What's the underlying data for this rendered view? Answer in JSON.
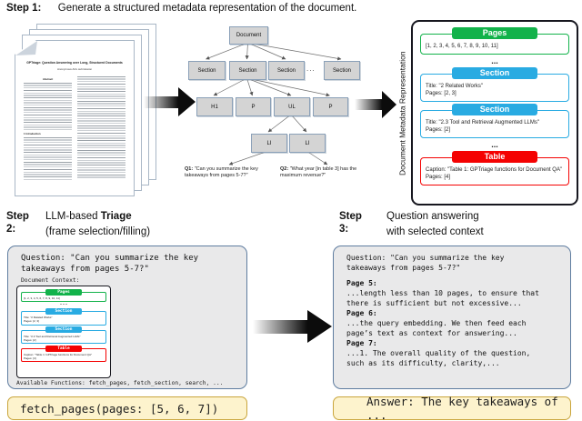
{
  "colors": {
    "frame_green": "#12b24a",
    "frame_blue": "#29abe2",
    "frame_red": "#f40202",
    "panel_border": "#5f7da0",
    "callout_bg": "#fdf3cd",
    "callout_border": "#c9a53c"
  },
  "step1": {
    "label": "Step 1:",
    "title": "Generate a structured metadata representation of the document."
  },
  "paper": {
    "title": "GPTriage: Question Answering over Long, Structured Documents",
    "subtitle": "Anonymous ACL submission",
    "abstract_heading": "Abstract",
    "intro_heading": "1  Introduction"
  },
  "tree": {
    "root": "Document",
    "section": "Section",
    "ellipsis": "...",
    "h1": "H1",
    "p": "P",
    "ul": "UL",
    "li": "LI",
    "q1_label": "Q1:",
    "q1_text": "\"Can you summarize the key takeaways from pages 5-7?\"",
    "q2_label": "Q2:",
    "q2_text": "\"What year [in table 3] has the maximum revenue?\""
  },
  "metadata_panel": {
    "side_label": "Document Metadata Representation",
    "ellipsis": "...",
    "frames": [
      {
        "type": "Pages",
        "color": "#12b24a",
        "line1": "[1, 2, 3, 4, 5, 6, 7, 8, 9, 10, 11]",
        "line2": ""
      },
      {
        "type": "Section",
        "color": "#29abe2",
        "line1": "Title: \"2 Related Works\"",
        "line2": "Pages: [2, 3]"
      },
      {
        "type": "Section",
        "color": "#29abe2",
        "line1": "Title: \"2.3 Tool and Retrieval Augmented LLMs\"",
        "line2": "Pages: [2]"
      },
      {
        "type": "Table",
        "color": "#f40202",
        "line1": "Caption: \"Table 1: GPTriage functions for Document QA\"",
        "line2": "Pages: [4]"
      }
    ]
  },
  "step2": {
    "label": "Step 2:",
    "line1_pre": "LLM-based ",
    "line1_bold": "Triage",
    "line2": "(frame selection/filling)"
  },
  "step3": {
    "label": "Step 3:",
    "line1": "Question answering",
    "line2": "with selected context"
  },
  "triage_panel": {
    "question_line1": "Question: \"Can you summarize the key",
    "question_line2": "takeaways from pages 5-7?\"",
    "context_label": "Document Context:",
    "functions_line": "Available Functions: fetch_pages, fetch_section, search, ..."
  },
  "triage_call": "fetch_pages(pages: [5, 6, 7])",
  "answer_panel": {
    "question_line1": "Question: \"Can you summarize the key",
    "question_line2": "takeaways from pages 5-7?\"",
    "pages": [
      {
        "label": "Page 5:",
        "line1": "...length less than 10 pages, to ensure that",
        "line2": "there is sufficient but not excessive..."
      },
      {
        "label": "Page 6:",
        "line1": "...the query embedding. We then feed each",
        "line2": "page’s text as context for answering..."
      },
      {
        "label": "Page 7:",
        "line1": "...1. The overall quality of the question,",
        "line2": "such as its difficulty, clarity,..."
      }
    ]
  },
  "answer_call": "Answer: The key takeaways of ..."
}
